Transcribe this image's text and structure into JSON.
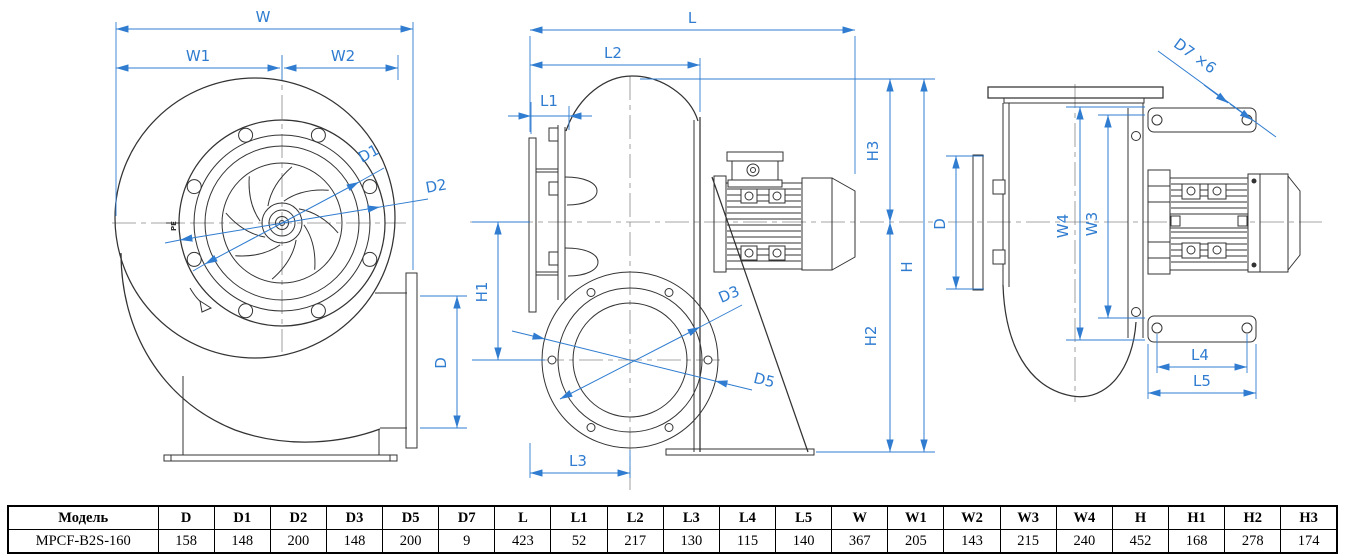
{
  "table": {
    "headers": [
      "Модель",
      "D",
      "D1",
      "D2",
      "D3",
      "D5",
      "D7",
      "L",
      "L1",
      "L2",
      "L3",
      "L4",
      "L5",
      "W",
      "W1",
      "W2",
      "W3",
      "W4",
      "H",
      "H1",
      "H2",
      "H3"
    ],
    "rows": [
      [
        "MPCF-B2S-160",
        "158",
        "148",
        "200",
        "148",
        "200",
        "9",
        "423",
        "52",
        "217",
        "130",
        "115",
        "140",
        "367",
        "205",
        "143",
        "215",
        "240",
        "452",
        "168",
        "278",
        "174"
      ]
    ]
  },
  "drawing": {
    "front_view": {
      "labels": {
        "w": "W",
        "w1": "W1",
        "w2": "W2",
        "d1": "D1",
        "d2": "D2",
        "d": "D"
      },
      "pe": "PE"
    },
    "side_view": {
      "labels": {
        "l": "L",
        "l1": "L1",
        "l2": "L2",
        "l3": "L3",
        "d3": "D3",
        "d5": "D5",
        "h": "H",
        "h1": "H1",
        "h2": "H2",
        "h3": "H3"
      }
    },
    "end_view": {
      "labels": {
        "d7": "D7 ×6",
        "d": "D",
        "w3": "W3",
        "w4": "W4",
        "l4": "L4",
        "l5": "L5"
      }
    }
  },
  "colors": {
    "dimension_blue": "#2f7cd0",
    "drawing_line": "#333333"
  }
}
